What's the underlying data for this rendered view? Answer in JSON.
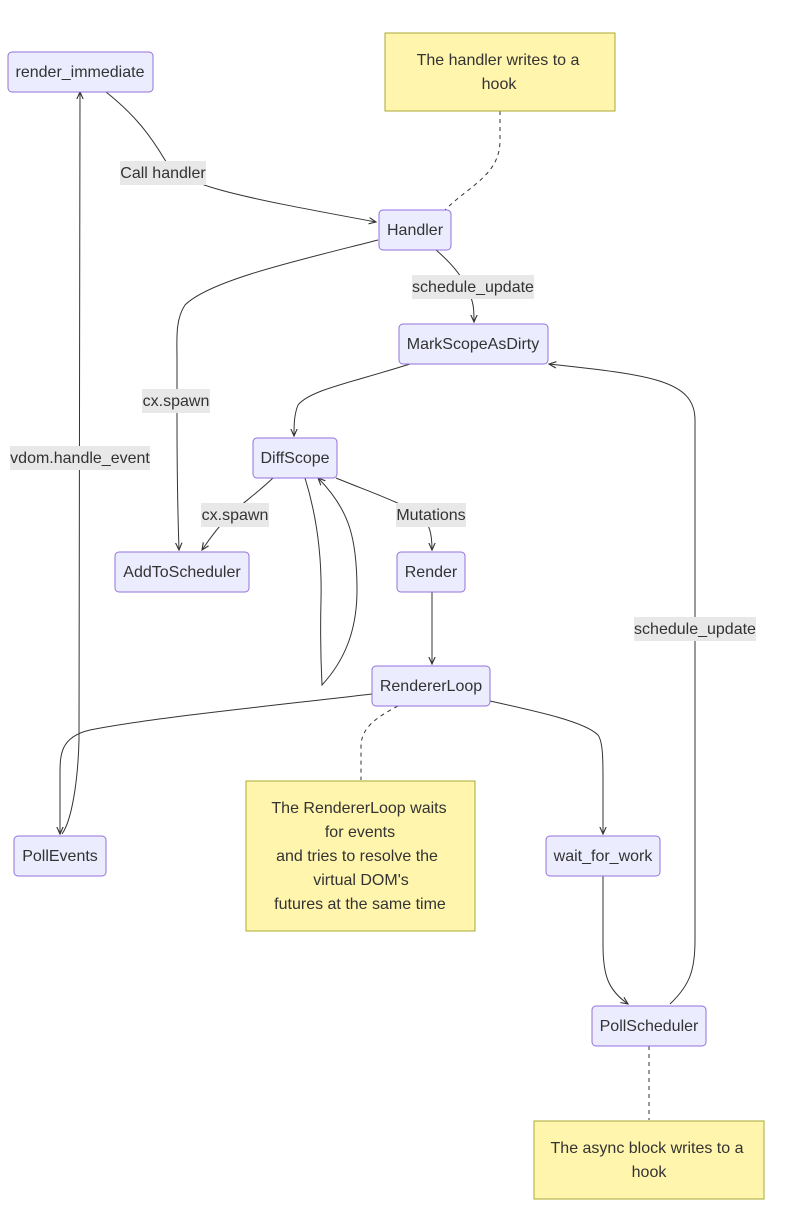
{
  "nodes": {
    "render_immediate": "render_immediate",
    "handler": "Handler",
    "mark_scope_as_dirty": "MarkScopeAsDirty",
    "diff_scope": "DiffScope",
    "add_to_scheduler": "AddToScheduler",
    "render": "Render",
    "renderer_loop": "RendererLoop",
    "poll_events": "PollEvents",
    "wait_for_work": "wait_for_work",
    "poll_scheduler": "PollScheduler"
  },
  "notes": {
    "handler_note": [
      "The handler writes to a",
      "hook"
    ],
    "renderer_loop_note": [
      "The RendererLoop waits",
      "for events",
      "and tries to resolve the",
      "virtual DOM's",
      "futures at the same time"
    ],
    "async_note": [
      "The async block writes to a",
      "hook"
    ]
  },
  "edge_labels": {
    "call_handler": "Call handler",
    "schedule_update_1": "schedule_update",
    "cx_spawn_1": "cx.spawn",
    "vdom_handle_event": "vdom.handle_event",
    "cx_spawn_2": "cx.spawn",
    "mutations": "Mutations",
    "schedule_update_2": "schedule_update"
  },
  "colors": {
    "node_fill": "#ECECFF",
    "node_stroke": "#9370DB",
    "note_fill": "#FFF5AD",
    "note_stroke": "#AAAA33",
    "edge": "#333333",
    "label_bg": "#e8e8e8"
  }
}
